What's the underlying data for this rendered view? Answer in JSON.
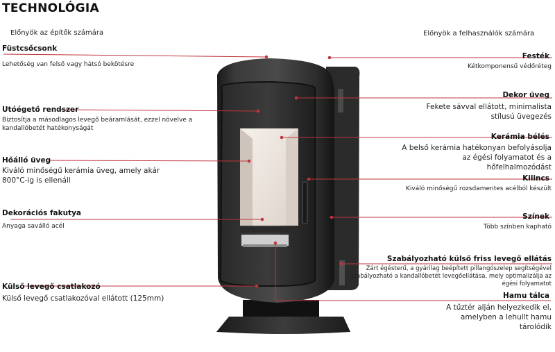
{
  "title": "TECHNOLÓGIA",
  "subtitle_left": "Előnyök az építők számára",
  "subtitle_right": "Előnyök a felhasználók számára",
  "accent_color": "#c0343c",
  "callouts_left": [
    {
      "label": "Füstcsőcsonk",
      "desc": "Lehetőség van felső vagy hátsó bekötésre"
    },
    {
      "label": "Utóégető rendszer",
      "desc": "Biztosítja a másodlagos levegő beáramlását, ezzel növelve a kandallóbetét hatékonyságát"
    },
    {
      "label": "Hőálló üveg",
      "desc": "Kiváló minőségű kerámia üveg, amely akár 800°C-ig is ellenáll"
    },
    {
      "label": "Dekorációs fakutya",
      "desc": "Anyaga saválló acél"
    },
    {
      "label": "Külső levegő csatlakozó",
      "desc": "Külső levegő csatlakozóval ellátott (125mm)"
    }
  ],
  "callouts_right": [
    {
      "label": "Festék",
      "desc": "Kétkomponensű védőréteg"
    },
    {
      "label": "Dekor üveg",
      "desc": "Fekete sávval ellátott, minimalista stílusú üvegezés"
    },
    {
      "label": "Kerámia bélés",
      "desc": "A belső kerámia hatékonyan befolyásolja az égési folyamatot és a hőfelhalmozódást"
    },
    {
      "label": "Kilincs",
      "desc": "Kiváló minőségű rozsdamentes acélból készült"
    },
    {
      "label": "Színek",
      "desc": "Több színben kapható"
    },
    {
      "label": "Szabályozható külső friss levegő ellátás",
      "desc": "Zárt égésterű, a gyárilag beépített pillangószelep segítségével szabályozható a kandallóbetét levegőellátása, mely optimalizálja az égési folyamatot"
    },
    {
      "label": "Hamu tálca",
      "desc": "A tűztér alján helyezkedik el, amelyben a lehullt hamu tárolódik"
    }
  ]
}
